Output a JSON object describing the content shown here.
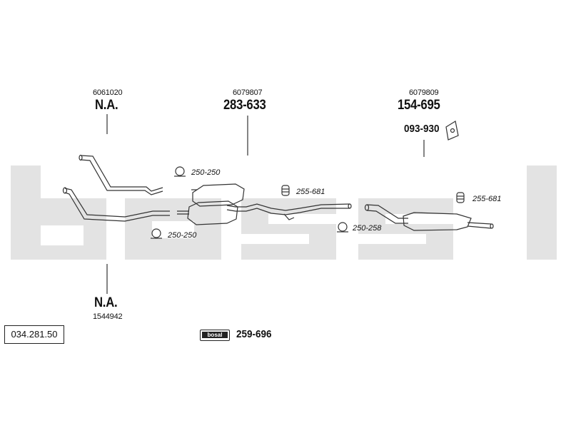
{
  "diagram_code": "034.281.50",
  "brand": "bosal",
  "parts": {
    "front_pipe_upper": {
      "ref": "6061020",
      "part_no": "N.A."
    },
    "front_pipe_lower": {
      "ref": "1544942",
      "part_no": "N.A."
    },
    "centre_silencer": {
      "ref": "6079807",
      "part_no": "283-633"
    },
    "rear_silencer": {
      "ref": "6079809",
      "part_no": "154-695"
    },
    "mounting_bracket": {
      "part_no": "093-930"
    },
    "assembly_kit": {
      "part_no": "259-696"
    }
  },
  "clamps": {
    "upper": "250-250",
    "lower": "250-250",
    "middle": "250-258"
  },
  "rubber_mounts": {
    "middle": "255-681",
    "rear": "255-681"
  },
  "colors": {
    "line": "#333333",
    "watermark": "#e3e3e3",
    "text": "#111111"
  }
}
